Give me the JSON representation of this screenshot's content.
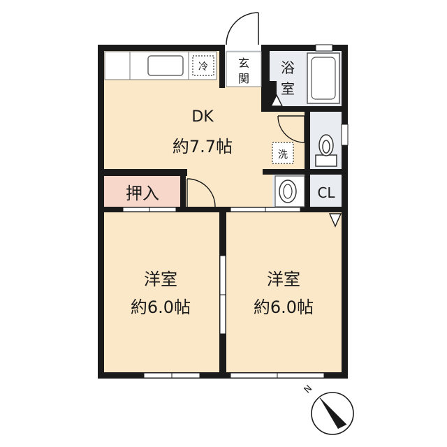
{
  "rooms": {
    "dk_name": "DK",
    "dk_area": "約7.7帖",
    "western_left_name": "洋室",
    "western_left_area": "約6.0帖",
    "western_right_name": "洋室",
    "western_right_area": "約6.0帖",
    "oshiire": "押入",
    "closet": "CL",
    "genkan_1": "玄",
    "genkan_2": "関",
    "bath_1": "浴",
    "bath_2": "室",
    "fridge": "冷",
    "washer": "洗"
  },
  "compass": {
    "north_label": "N"
  },
  "colors": {
    "room_fill": "#fbe8c8",
    "wet_fill": "#e9edf1",
    "oshiire_fill": "#f7d7c9",
    "wall": "#1a1a1a"
  }
}
